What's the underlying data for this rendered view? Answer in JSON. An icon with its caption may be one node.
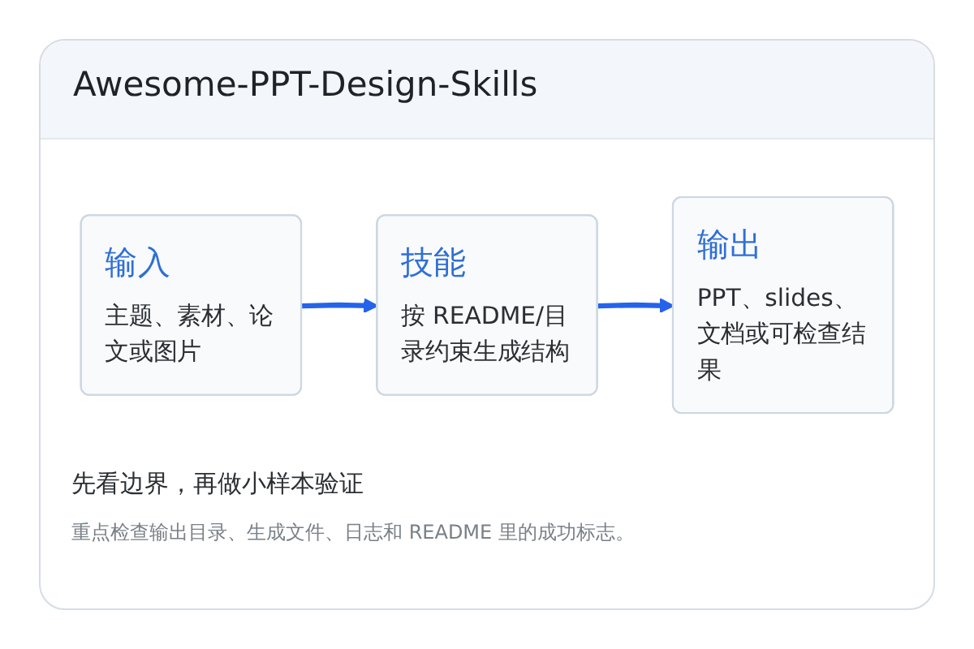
{
  "diagram": {
    "title": "Awesome-PPT-Design-Skills",
    "nodes": [
      {
        "text": [
          "输入",
          "主题、素材、论文或图片"
        ]
      },
      {
        "text": [
          "技能",
          "按 README/目录约束生成结构"
        ]
      },
      {
        "text": [
          "输出",
          "PPT、slides、文档或可检查结果"
        ]
      }
    ],
    "edges": [
      {
        "from": 0,
        "to": 1,
        "arrow": "to"
      },
      {
        "from": 1,
        "to": 2,
        "arrow": "to"
      }
    ],
    "labels": [
      "先看边界，再做小样本验证",
      "重点检查输出目录、生成文件、日志和 README 里的成功标志。"
    ]
  }
}
